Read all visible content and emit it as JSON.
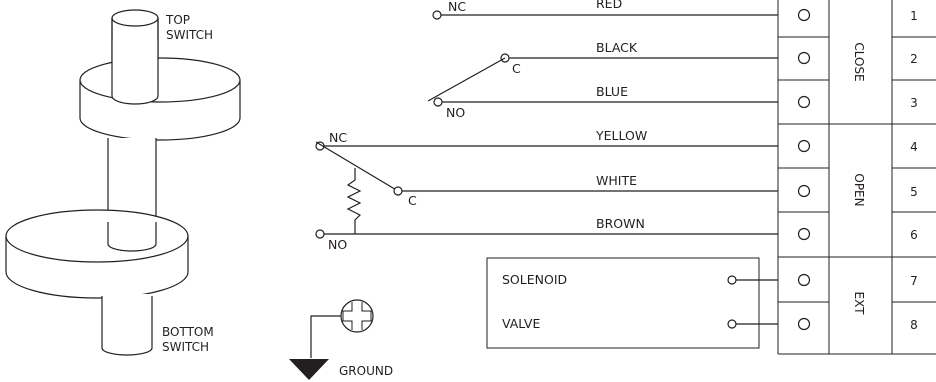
{
  "switches": {
    "top_label_1": "TOP",
    "top_label_2": "SWITCH",
    "bottom_label_1": "BOTTOM",
    "bottom_label_2": "SWITCH"
  },
  "wires": {
    "red": "RED",
    "black": "BLACK",
    "blue": "BLUE",
    "yellow": "YELLOW",
    "white": "WHITE",
    "brown": "BROWN"
  },
  "contacts": {
    "nc_top": "NC",
    "c_top": "C",
    "no_top": "NO",
    "nc_bottom": "NC",
    "c_bottom": "C",
    "no_bottom": "NO"
  },
  "groups": {
    "close": "CLOSE",
    "open": "OPEN",
    "ext": "EXT"
  },
  "terminals": [
    "1",
    "2",
    "3",
    "4",
    "5",
    "6",
    "7",
    "8"
  ],
  "solenoid_box": {
    "line1": "SOLENOID",
    "line2": "VALVE"
  },
  "ground_label": "GROUND"
}
